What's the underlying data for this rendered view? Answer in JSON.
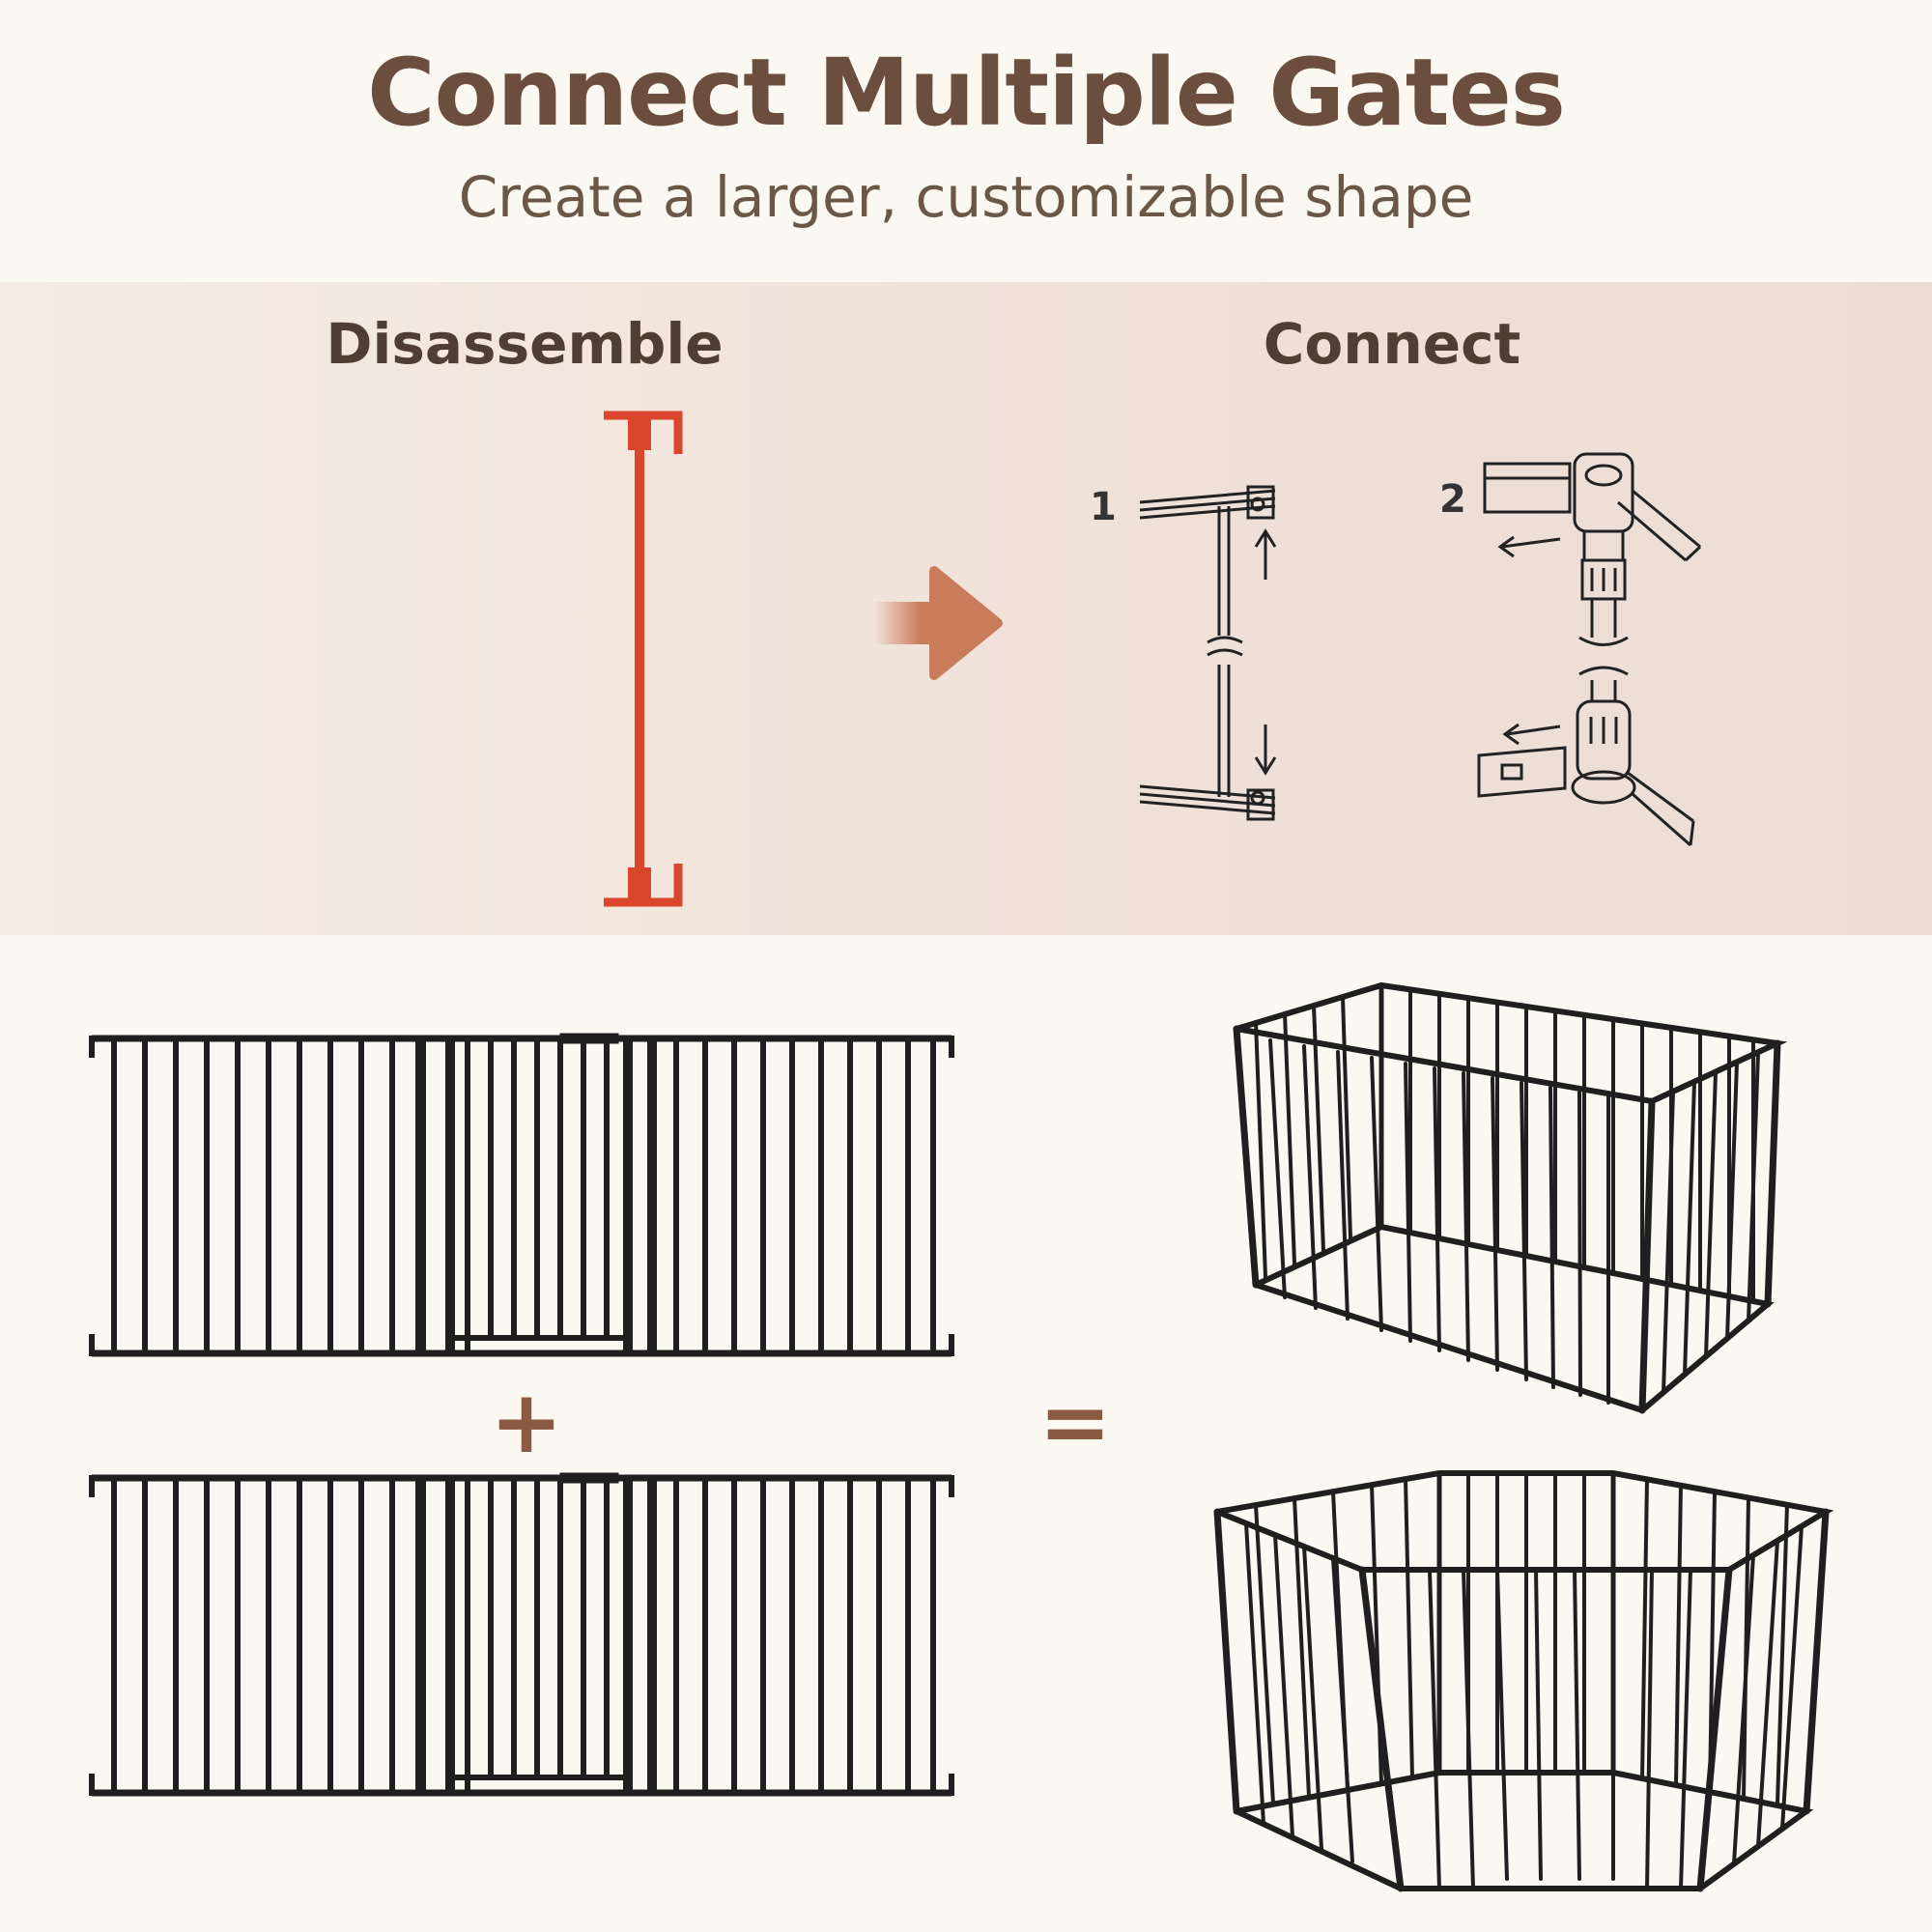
{
  "header": {
    "title": "Connect Multiple Gates",
    "subtitle": "Create a larger, customizable shape"
  },
  "steps": {
    "disassemble_label": "Disassemble",
    "connect_label": "Connect",
    "step1_number": "1",
    "step2_number": "2"
  },
  "operators": {
    "plus": "+",
    "equals": "="
  },
  "colors": {
    "title": "#6b4e3e",
    "band": "#efe1d8",
    "extension_red": "#d9462c",
    "arrow": "#c97b5c",
    "gate": "#1f1f1f"
  }
}
